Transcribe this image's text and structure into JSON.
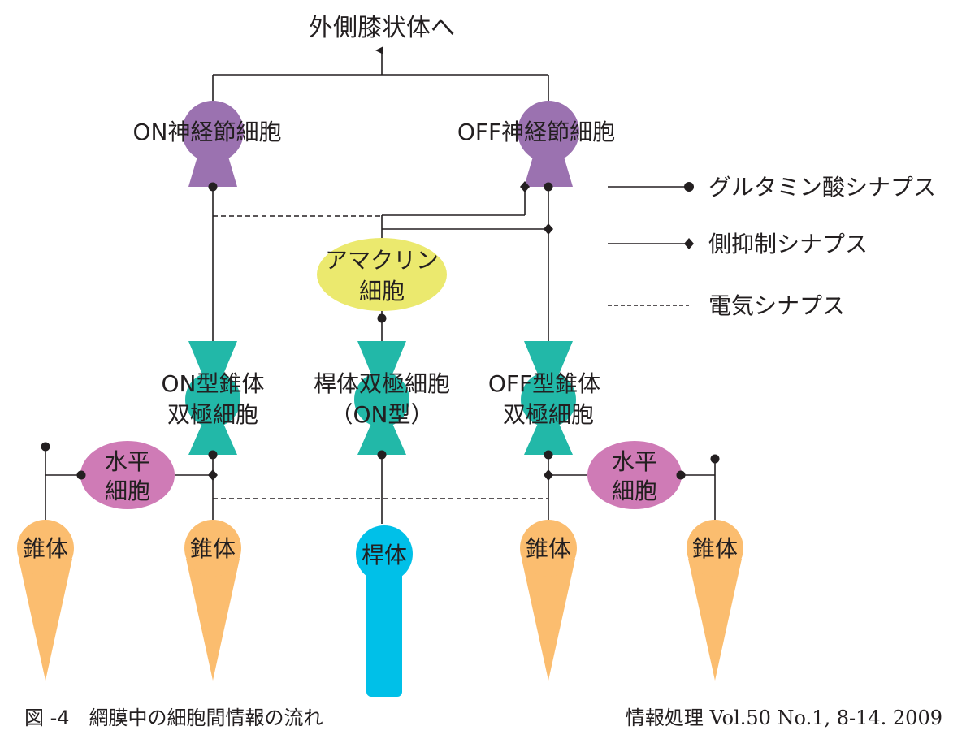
{
  "output_label": "外側膝状体へ",
  "cells": {
    "on_ganglion": "ON神経節細胞",
    "off_ganglion": "OFF神経節細胞",
    "amacrine": [
      "アマクリン",
      "細胞"
    ],
    "on_cone_bipolar": [
      "ON型錐体",
      "双極細胞"
    ],
    "rod_bipolar": [
      "桿体双極細胞",
      "（ON型）"
    ],
    "off_cone_bipolar": [
      "OFF型錐体",
      "双極細胞"
    ],
    "horizontal_left": [
      "水平",
      "細胞"
    ],
    "horizontal_right": [
      "水平",
      "細胞"
    ],
    "cones": [
      "錐体",
      "錐体",
      "錐体",
      "錐体"
    ],
    "rod": "桿体"
  },
  "legend": {
    "glutamate": "グルタミン酸シナプス",
    "inhibitory": "側抑制シナプス",
    "electrical": "電気シナプス"
  },
  "caption": {
    "figure": "図 -4　網膜中の細胞間情報の流れ",
    "source": "情報処理 Vol.50 No.1, 8-14. 2009"
  },
  "colors": {
    "ganglion": "#9b72b0",
    "bipolar": "#22b8a8",
    "amacrine": "#ebe96e",
    "horizontal": "#cf7bb6",
    "cone": "#fbbd6f",
    "rod": "#00c0e8",
    "line": "#231f20"
  }
}
